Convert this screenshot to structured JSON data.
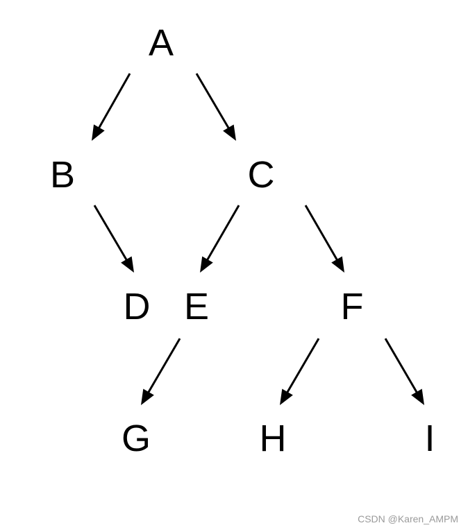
{
  "diagram": {
    "type": "tree",
    "nodes": [
      {
        "id": "A",
        "label": "A"
      },
      {
        "id": "B",
        "label": "B"
      },
      {
        "id": "C",
        "label": "C"
      },
      {
        "id": "D",
        "label": "D"
      },
      {
        "id": "E",
        "label": "E"
      },
      {
        "id": "F",
        "label": "F"
      },
      {
        "id": "G",
        "label": "G"
      },
      {
        "id": "H",
        "label": "H"
      },
      {
        "id": "I",
        "label": "I"
      }
    ],
    "edges": [
      {
        "from": "A",
        "to": "B"
      },
      {
        "from": "A",
        "to": "C"
      },
      {
        "from": "B",
        "to": "D"
      },
      {
        "from": "C",
        "to": "E"
      },
      {
        "from": "C",
        "to": "F"
      },
      {
        "from": "E",
        "to": "G"
      },
      {
        "from": "F",
        "to": "H"
      },
      {
        "from": "F",
        "to": "I"
      }
    ],
    "colors": {
      "line": "#000000",
      "text": "#000000",
      "background": "#ffffff"
    }
  },
  "watermark": "CSDN @Karen_AMPM"
}
